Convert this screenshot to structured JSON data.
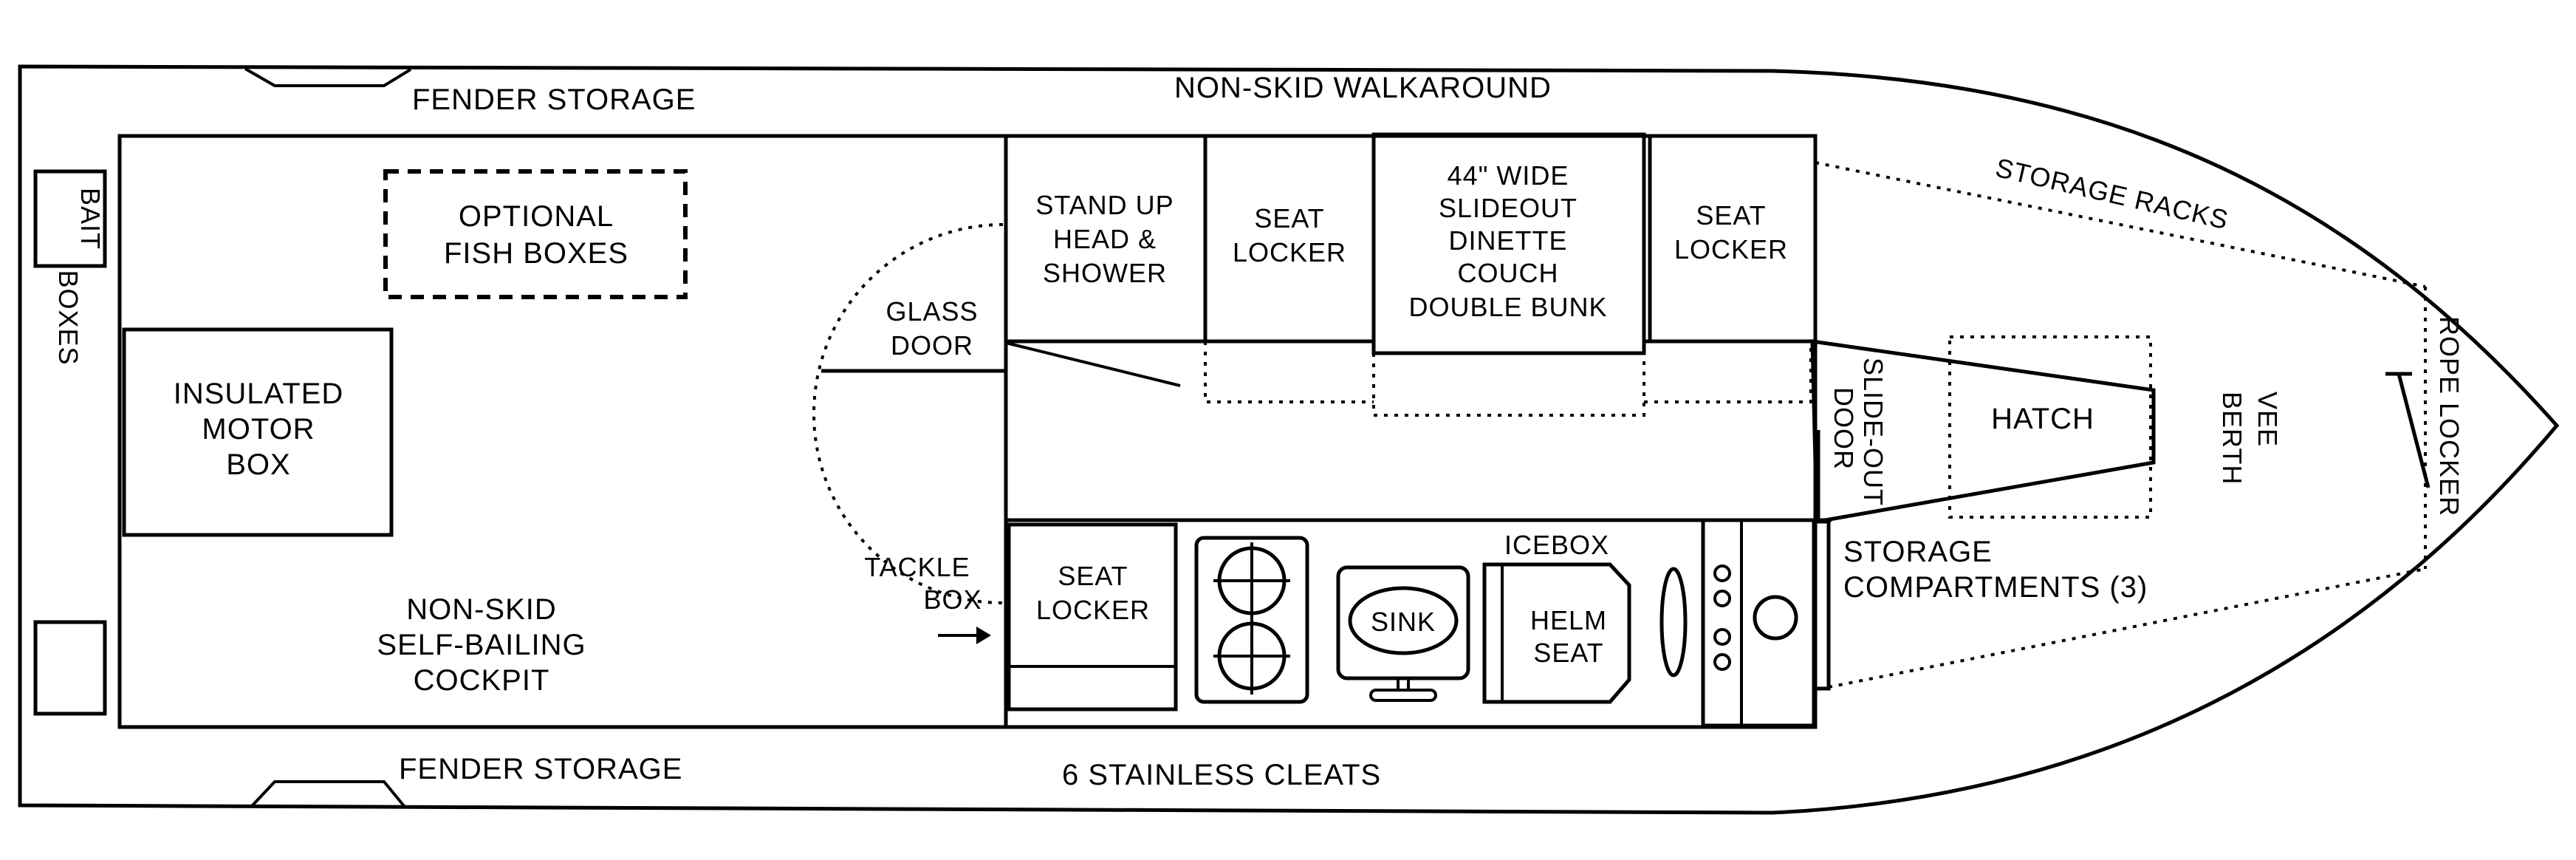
{
  "labels": {
    "fender_storage_top": "FENDER STORAGE",
    "fender_storage_bottom": "FENDER STORAGE",
    "non_skid_walkaround": "NON-SKID WALKAROUND",
    "stainless_cleats": "6 STAINLESS CLEATS",
    "bait_boxes": [
      "BAIT",
      "BOXES"
    ],
    "optional_fish_boxes": [
      "OPTIONAL",
      "FISH BOXES"
    ],
    "insulated_motor_box": [
      "INSULATED",
      "MOTOR",
      "BOX"
    ],
    "cockpit": [
      "NON-SKID",
      "SELF-BAILING",
      "COCKPIT"
    ],
    "glass_door": [
      "GLASS",
      "DOOR"
    ],
    "tackle_box": [
      "TACKLE",
      "BOX"
    ],
    "head_shower": [
      "STAND UP",
      "HEAD &",
      "SHOWER"
    ],
    "seat_locker_cabin": [
      "SEAT",
      "LOCKER"
    ],
    "dinette": [
      "44\" WIDE",
      "SLIDEOUT",
      "DINETTE",
      "COUCH",
      "DOUBLE BUNK"
    ],
    "seat_locker_forward": [
      "SEAT",
      "LOCKER"
    ],
    "seat_locker_galley": [
      "SEAT",
      "LOCKER"
    ],
    "sink": "SINK",
    "icebox": "ICEBOX",
    "helm_seat": [
      "HELM",
      "SEAT"
    ],
    "slide_out_door": [
      "SLIDE-OUT",
      "DOOR"
    ],
    "storage_racks": "STORAGE RACKS",
    "hatch": "HATCH",
    "vee_berth": [
      "VEE",
      "BERTH"
    ],
    "rope_locker": "ROPE LOCKER",
    "storage_compartments": [
      "STORAGE",
      "COMPARTMENTS (3)"
    ]
  }
}
